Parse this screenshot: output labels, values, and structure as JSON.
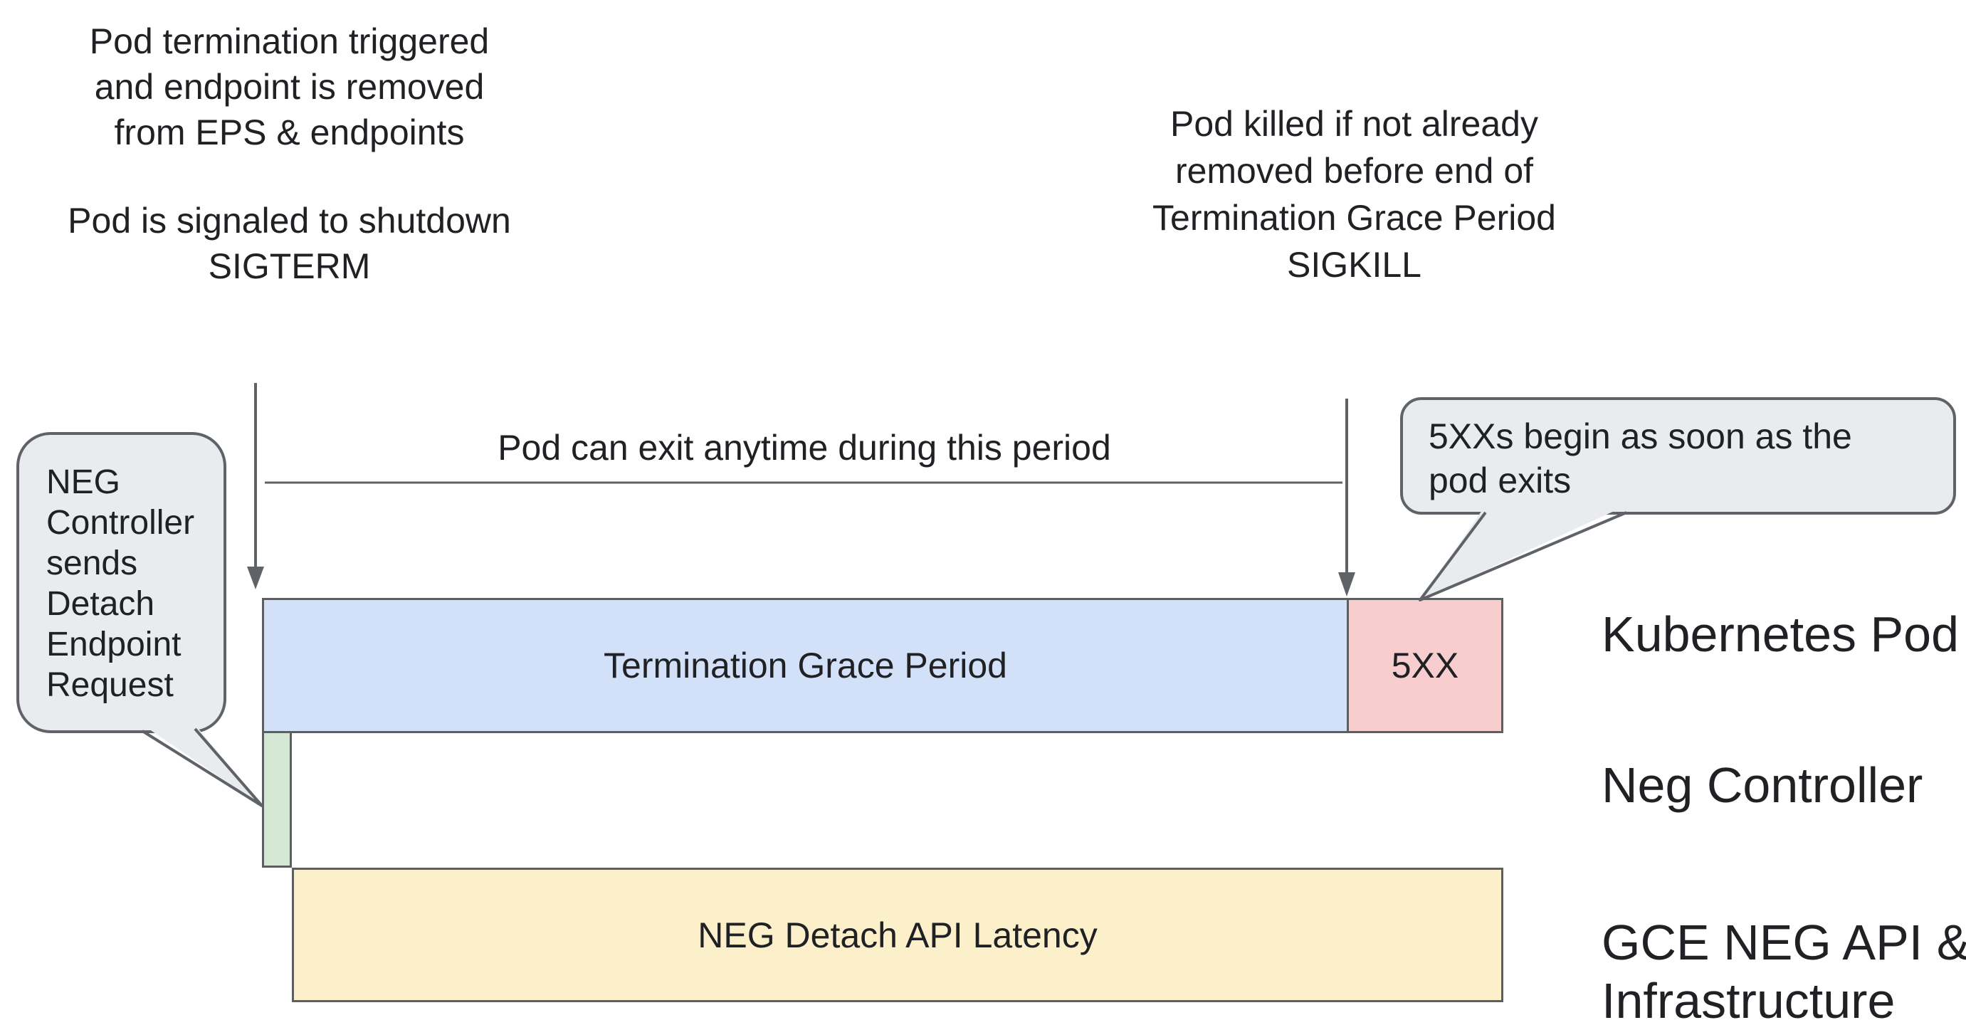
{
  "colors": {
    "ink": "#202124",
    "bar-border": "#5c5e62",
    "accent-arrow": "#5f6368",
    "blue-fill": "#d2e1f8",
    "pink-fill": "#f7cecd",
    "green-fill": "#d5e8d4",
    "yellow-fill": "#fbf0ca",
    "bubble-fill": "#e9ebee",
    "bubble-border": "#5f6368"
  },
  "annotations": {
    "top_left": {
      "lines1": [
        "Pod termination triggered",
        "and endpoint is removed",
        "from EPS & endpoints"
      ],
      "lines2": [
        "Pod is signaled to shutdown",
        "SIGTERM"
      ]
    },
    "top_right": {
      "lines": [
        "Pod killed if not already",
        "removed before end of",
        "Termination Grace Period",
        "SIGKILL"
      ]
    },
    "exit_note": "Pod can exit anytime during this period"
  },
  "bubbles": {
    "left": {
      "text": "NEG Controller sends Detach Endpoint Request"
    },
    "right": {
      "text": "5XXs begin as soon as the pod exits"
    }
  },
  "bars": {
    "termination_grace": "Termination Grace Period",
    "five_xx": "5XX",
    "neg_detach_latency": "NEG Detach API Latency"
  },
  "row_labels": {
    "kubernetes_pod": "Kubernetes Pod",
    "neg_controller": "Neg Controller",
    "gce_neg": "GCE NEG API & Infrastructure"
  }
}
